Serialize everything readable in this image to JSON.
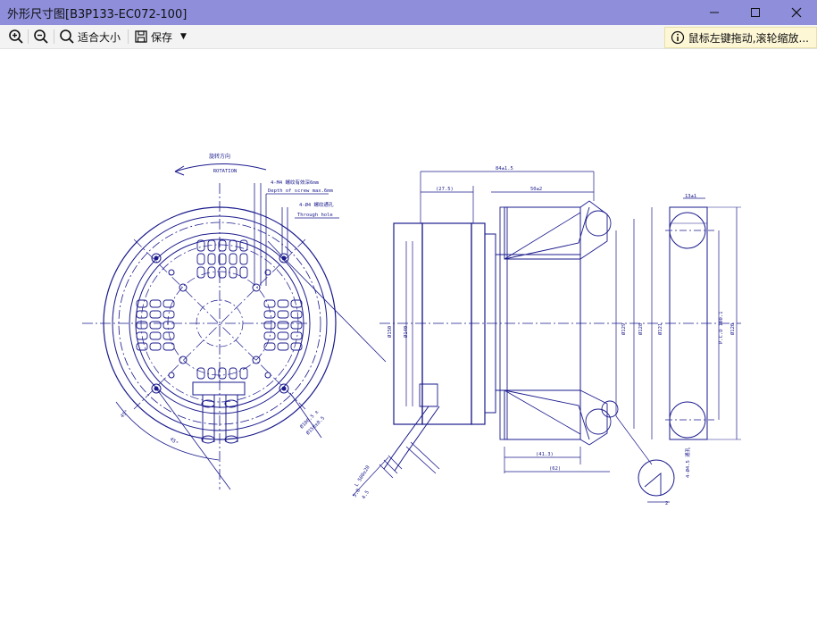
{
  "window": {
    "title": "外形尺寸图[B3P133-EC072-100]",
    "minimize_icon": "minimize-icon",
    "maximize_icon": "maximize-icon",
    "close_icon": "close-icon"
  },
  "toolbar": {
    "zoom_in_icon": "zoom-in-icon",
    "zoom_out_icon": "zoom-out-icon",
    "fit_label": "适合大小",
    "save_label": "保存",
    "hint_text": "鼠标左键拖动,滚轮缩放..."
  },
  "drawing": {
    "rotation_cn": "旋转方向",
    "rotation_en": "ROTATION",
    "screw_cn": "4-M4 螺纹有效深6mm",
    "screw_en": "Depth of screw max.6mm",
    "hole_cn": "4-Ø4 螺纹通孔",
    "hole_en": "Through hole",
    "dim_total": "84±1.5",
    "dim_275": "(27.5)",
    "dim_50": "50±2",
    "dim_top_right": "13±1",
    "dim_413": "(41.3)",
    "dim_62": "(62)",
    "dim_d150": "Ø150",
    "dim_d140": "Ø140",
    "dim_d129": "Ø129",
    "dim_d128": "Ø128",
    "dim_d121": "Ø121",
    "dim_pcd": "P.C.D 100.1",
    "dim_d120": "Ø120",
    "dim_holes": "4-Ø4.5 通孔",
    "dim_lead": "L 500±20",
    "dim_wire1": "5.8",
    "dim_wire2": "4.5",
    "dim_diag1": "Ø100.5 ±",
    "dim_diag2": "Ø150±0.5",
    "dim_small": "2",
    "dim_rad": "45°",
    "dim_leftmark": "45°"
  }
}
